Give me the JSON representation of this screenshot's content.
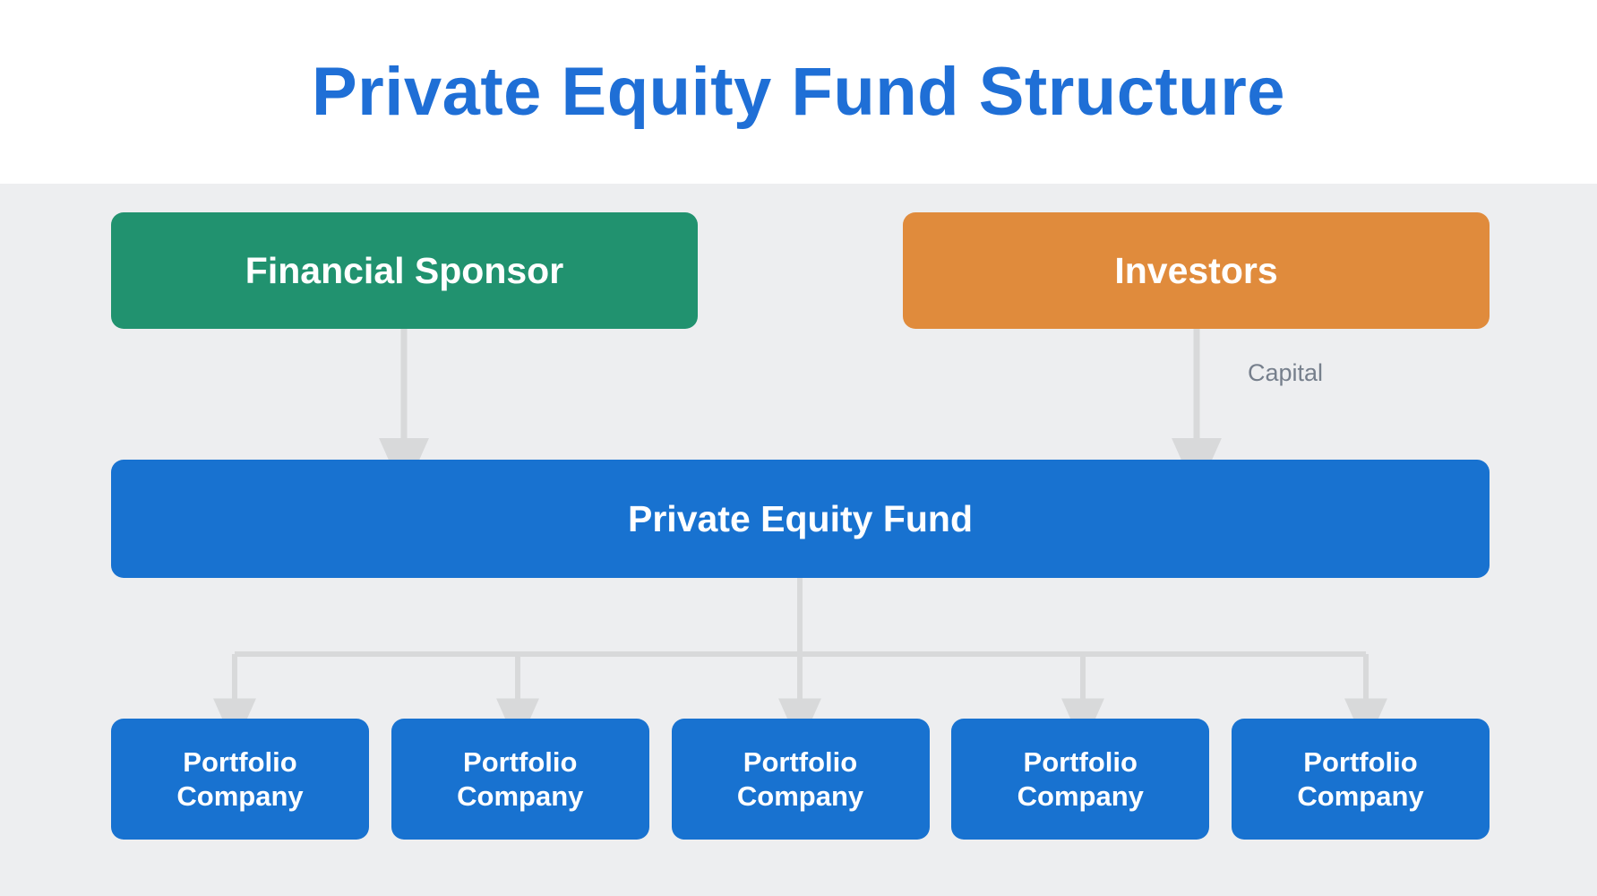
{
  "header": {
    "title": "Private Equity Fund Structure",
    "title_color": "#1f6fd6"
  },
  "diagram": {
    "background_color": "#edeef0",
    "connector_color": "#d8d9da",
    "nodes": {
      "sponsor": {
        "label": "Financial Sponsor",
        "color": "#21926f"
      },
      "investors": {
        "label": "Investors",
        "color": "#e08b3c"
      },
      "fund": {
        "label": "Private Equity Fund",
        "color": "#1872d0"
      }
    },
    "edges": {
      "investors_to_fund_label": "Capital"
    },
    "portfolio_companies": [
      {
        "line1": "Portfolio",
        "line2": "Company",
        "color": "#1872d0"
      },
      {
        "line1": "Portfolio",
        "line2": "Company",
        "color": "#1872d0"
      },
      {
        "line1": "Portfolio",
        "line2": "Company",
        "color": "#1872d0"
      },
      {
        "line1": "Portfolio",
        "line2": "Company",
        "color": "#1872d0"
      },
      {
        "line1": "Portfolio",
        "line2": "Company",
        "color": "#1872d0"
      }
    ]
  }
}
